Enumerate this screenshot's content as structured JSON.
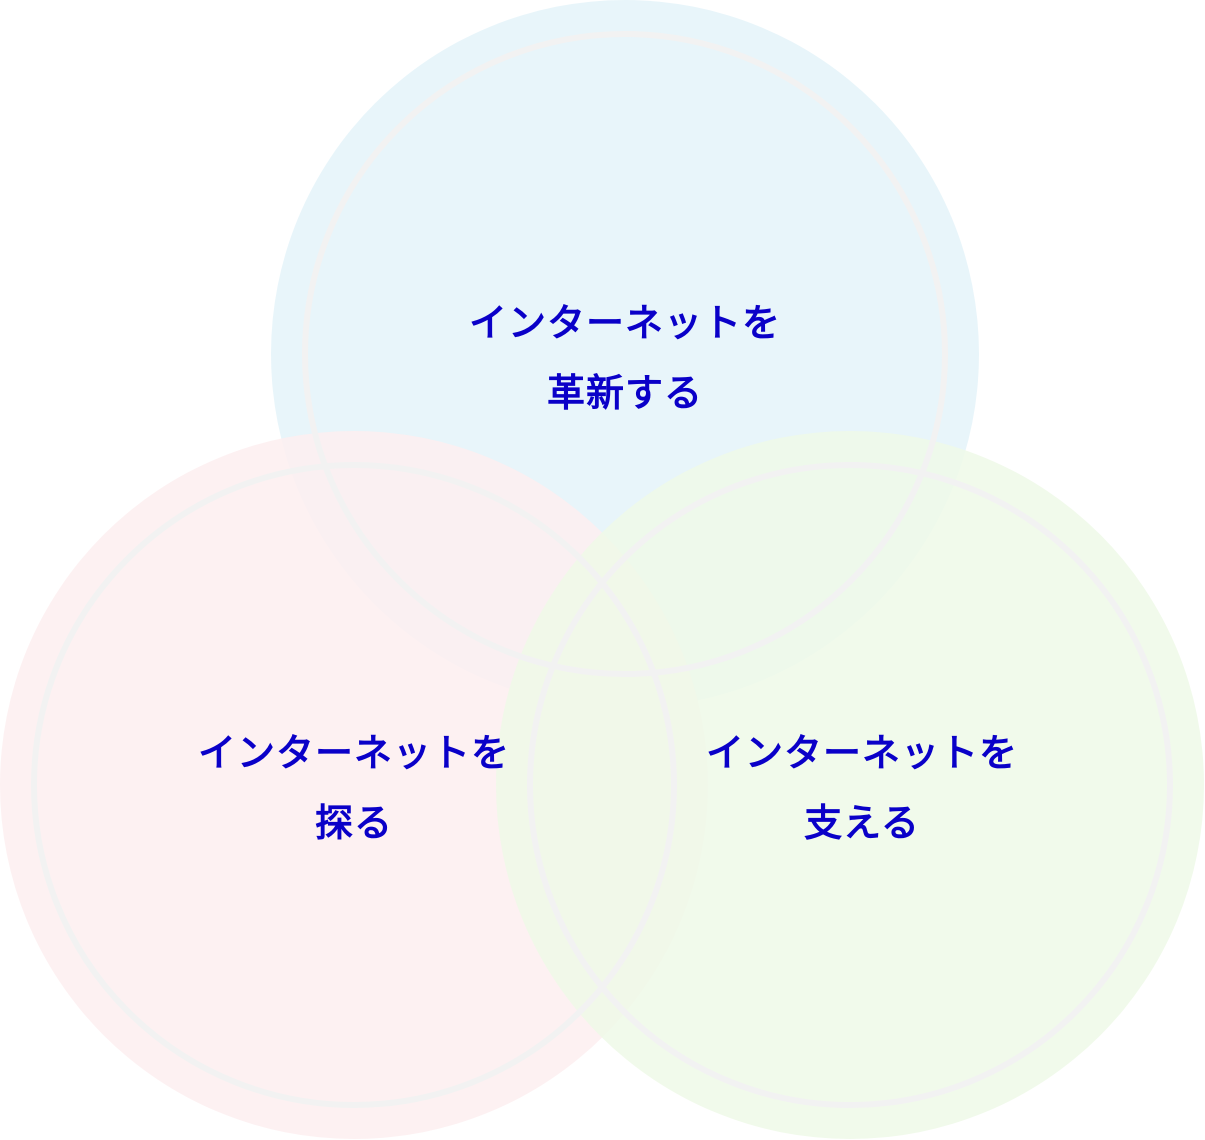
{
  "diagram": {
    "circles": [
      {
        "id": "top",
        "fill": "#E4F3F9",
        "label_lines": [
          "インターネットを",
          "革新する"
        ]
      },
      {
        "id": "left",
        "fill": "#FDEEF0",
        "label_lines": [
          "インターネットを",
          "探る"
        ]
      },
      {
        "id": "right",
        "fill": "#EEF9E7",
        "label_lines": [
          "インターネットを",
          "支える"
        ]
      }
    ],
    "ring_color": "#F2F2F2",
    "text_color": "#0A00C8"
  }
}
